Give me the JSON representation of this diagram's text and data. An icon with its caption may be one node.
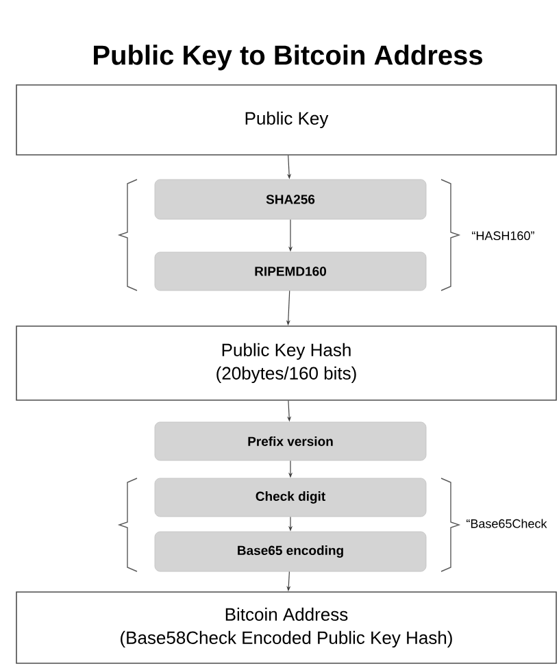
{
  "diagram": {
    "title": "Public Key to Bitcoin Address",
    "nodes": [
      {
        "text": [
          "Public Key"
        ]
      },
      {
        "text": [
          "SHA256"
        ]
      },
      {
        "text": [
          "RIPEMD160"
        ]
      },
      {
        "text": [
          "Public Key Hash",
          "(20bytes/160 bits)"
        ]
      },
      {
        "text": [
          "Prefix version"
        ]
      },
      {
        "text": [
          "Check digit"
        ]
      },
      {
        "text": [
          "Base65 encoding"
        ]
      },
      {
        "text": [
          "Bitcoin Address",
          "(Base58Check Encoded Public Key Hash)"
        ]
      }
    ],
    "edges": [
      {
        "from": 0,
        "to": 1,
        "arrow": "to"
      },
      {
        "from": 1,
        "to": 2,
        "arrow": "to"
      },
      {
        "from": 2,
        "to": 3,
        "arrow": "to"
      },
      {
        "from": 3,
        "to": 4,
        "arrow": "to"
      },
      {
        "from": 4,
        "to": 5,
        "arrow": "to"
      },
      {
        "from": 5,
        "to": 6,
        "arrow": "to"
      },
      {
        "from": 6,
        "to": 7,
        "arrow": "to"
      }
    ],
    "labels": [
      "“HASH160”",
      "“Base65Check"
    ]
  }
}
